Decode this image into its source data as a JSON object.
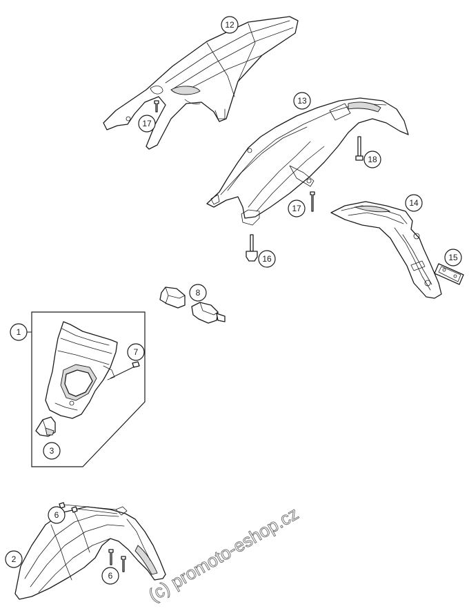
{
  "callouts": [
    {
      "id": "c12",
      "label": "12"
    },
    {
      "id": "c17a",
      "label": "17"
    },
    {
      "id": "c13",
      "label": "13"
    },
    {
      "id": "c18",
      "label": "18"
    },
    {
      "id": "c17b",
      "label": "17"
    },
    {
      "id": "c14",
      "label": "14"
    },
    {
      "id": "c16",
      "label": "16"
    },
    {
      "id": "c15",
      "label": "15"
    },
    {
      "id": "c8",
      "label": "8"
    },
    {
      "id": "c1",
      "label": "1"
    },
    {
      "id": "c7",
      "label": "7"
    },
    {
      "id": "c3",
      "label": "3"
    },
    {
      "id": "c6a",
      "label": "6"
    },
    {
      "id": "c2",
      "label": "2"
    },
    {
      "id": "c6b",
      "label": "6"
    }
  ],
  "watermark": "(c) promoto-eshop.cz",
  "colors": {
    "line": "#1a1a1a",
    "background": "#ffffff",
    "watermark": "#6a6a6a"
  }
}
